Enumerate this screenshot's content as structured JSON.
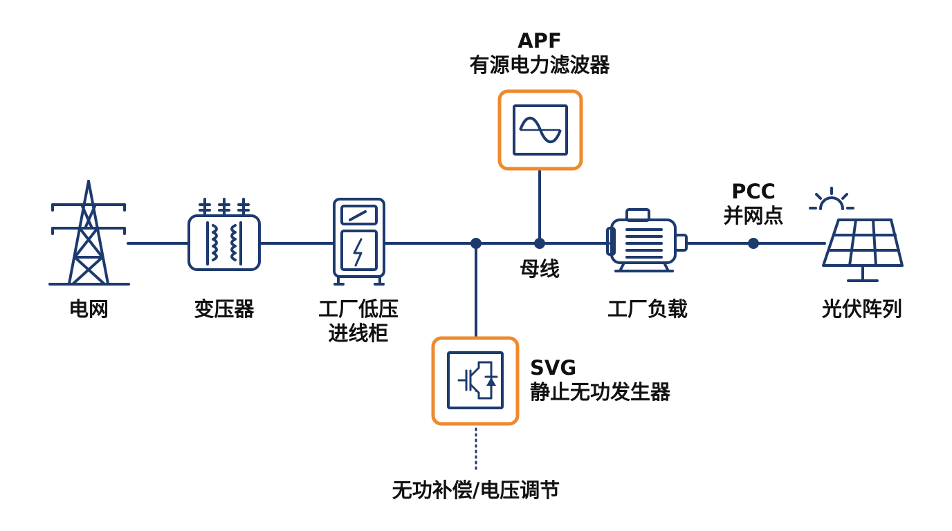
{
  "nodes": {
    "grid": {
      "label": "电网"
    },
    "transformer": {
      "label": "变压器"
    },
    "cabinet": {
      "label_line1": "工厂低压",
      "label_line2": "进线柜"
    },
    "busbar": {
      "label": "母线"
    },
    "factory_load": {
      "label": "工厂负载"
    },
    "pcc": {
      "label_line1": "PCC",
      "label_line2": "并网点"
    },
    "pv_array": {
      "label": "光伏阵列"
    },
    "apf": {
      "label_line1": "APF",
      "label_line2": "有源电力滤波器"
    },
    "svg": {
      "label_line1": "SVG",
      "label_line2": "静止无功发生器"
    },
    "svg_function": {
      "label": "无功补偿/电压调节"
    }
  },
  "colors": {
    "line": "#1d3a6e",
    "accent": "#ee8a2d",
    "text": "#111111"
  }
}
